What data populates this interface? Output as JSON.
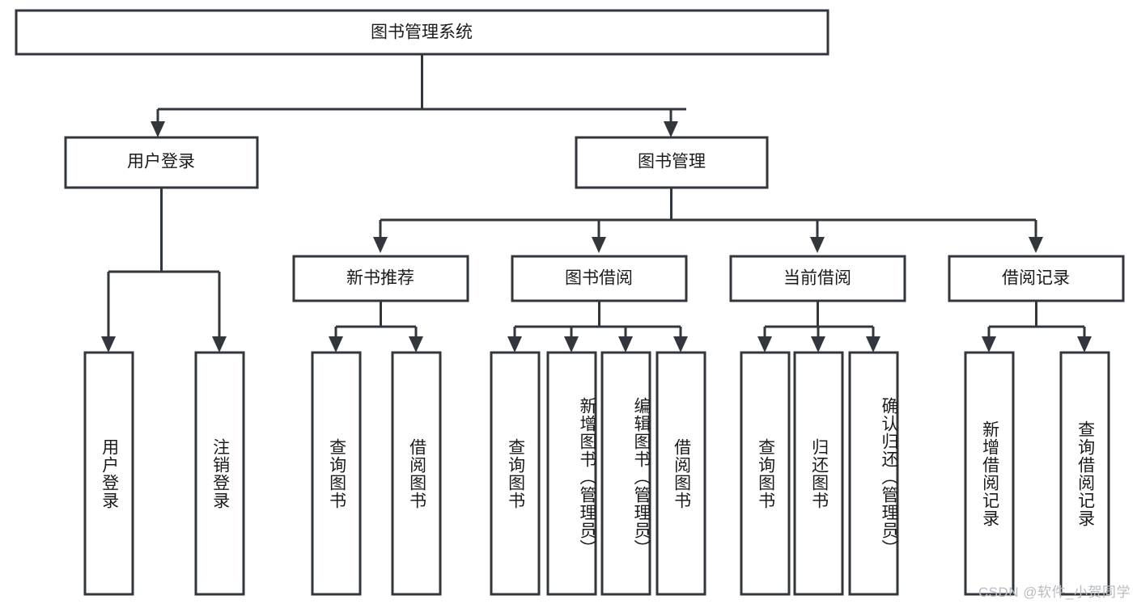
{
  "diagram": {
    "type": "tree-hierarchy",
    "title": "图书管理系统",
    "orientation": "top-down",
    "colors": {
      "stroke": "#32373d",
      "fill": "#ffffff",
      "text": "#1b1b1b",
      "background": "#ffffff",
      "watermark": "#b9bcc0"
    },
    "levels": {
      "root": {
        "label": "图书管理系统"
      },
      "level2": [
        {
          "id": "user-login",
          "label": "用户登录"
        },
        {
          "id": "book-management",
          "label": "图书管理"
        }
      ],
      "level3": [
        {
          "id": "new-book-recommend",
          "label": "新书推荐",
          "parent": "book-management"
        },
        {
          "id": "book-borrow",
          "label": "图书借阅",
          "parent": "book-management"
        },
        {
          "id": "current-borrow",
          "label": "当前借阅",
          "parent": "book-management"
        },
        {
          "id": "borrow-record",
          "label": "借阅记录",
          "parent": "book-management"
        }
      ],
      "leaves": [
        {
          "id": "leaf-user-login",
          "label": "用户登录",
          "parent": "user-login"
        },
        {
          "id": "leaf-logout-login",
          "label": "注销登录",
          "parent": "user-login"
        },
        {
          "id": "leaf-query-book-1",
          "label": "查询图书",
          "parent": "new-book-recommend"
        },
        {
          "id": "leaf-borrow-book-1",
          "label": "借阅图书",
          "parent": "new-book-recommend"
        },
        {
          "id": "leaf-query-book-2",
          "label": "查询图书",
          "parent": "book-borrow"
        },
        {
          "id": "leaf-add-book",
          "label": "新增图书（管理员）",
          "parent": "book-borrow"
        },
        {
          "id": "leaf-edit-book",
          "label": "编辑图书（管理员）",
          "parent": "book-borrow"
        },
        {
          "id": "leaf-borrow-book-2",
          "label": "借阅图书",
          "parent": "book-borrow"
        },
        {
          "id": "leaf-query-book-3",
          "label": "查询图书",
          "parent": "current-borrow"
        },
        {
          "id": "leaf-return-book",
          "label": "归还图书",
          "parent": "current-borrow"
        },
        {
          "id": "leaf-confirm-return",
          "label": "确认归还（管理员）",
          "parent": "current-borrow"
        },
        {
          "id": "leaf-add-record",
          "label": "新增借阅记录",
          "parent": "borrow-record"
        },
        {
          "id": "leaf-query-record",
          "label": "查询借阅记录",
          "parent": "borrow-record"
        }
      ]
    }
  },
  "watermark": {
    "text": "CSDN @软件_小贺同学"
  }
}
